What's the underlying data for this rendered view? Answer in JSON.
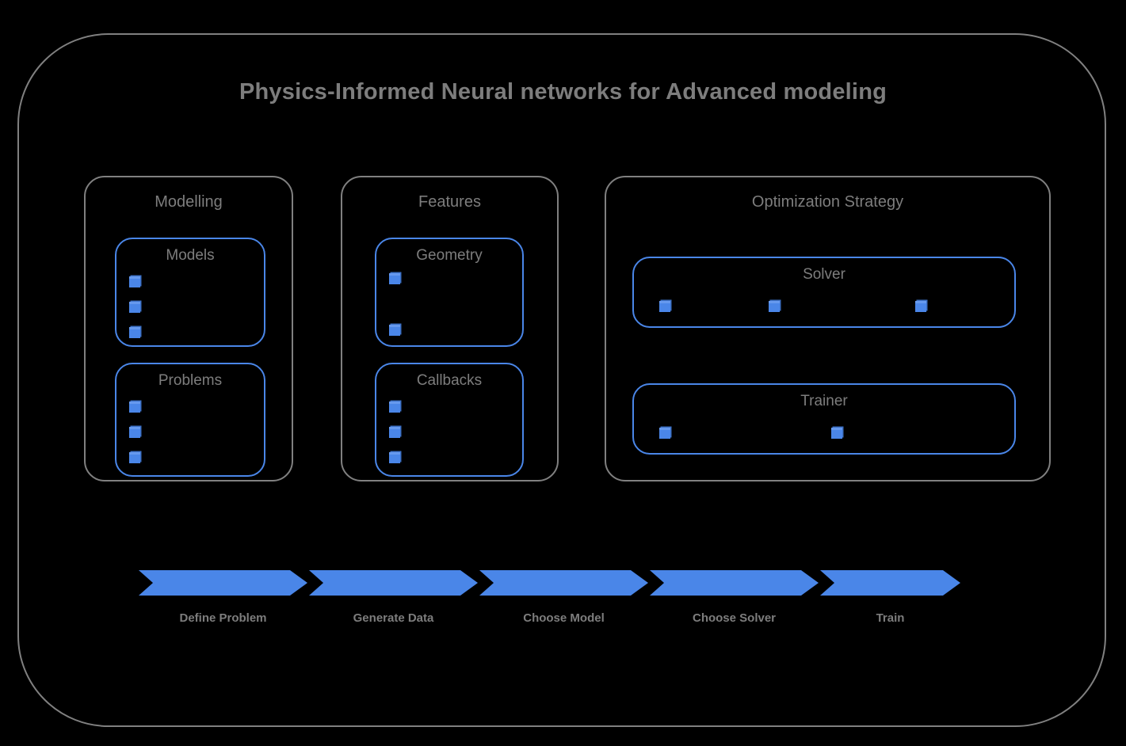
{
  "diagram": {
    "title": "Physics-Informed Neural networks for Advanced modeling",
    "colors": {
      "background": "#000000",
      "frame_border": "#808080",
      "accent_blue": "#4a86e8",
      "text_gray": "#7d7d7d"
    }
  },
  "sections": [
    {
      "title": "Modelling",
      "groups": [
        {
          "title": "Models",
          "bullet_count": 3,
          "bullet_layout": "vertical"
        },
        {
          "title": "Problems",
          "bullet_count": 3,
          "bullet_layout": "vertical"
        }
      ]
    },
    {
      "title": "Features",
      "groups": [
        {
          "title": "Geometry",
          "bullet_count": 2,
          "bullet_layout": "vertical"
        },
        {
          "title": "Callbacks",
          "bullet_count": 3,
          "bullet_layout": "vertical"
        }
      ]
    },
    {
      "title": "Optimization Strategy",
      "groups": [
        {
          "title": "Solver",
          "bullet_count": 3,
          "bullet_layout": "horizontal"
        },
        {
          "title": "Trainer",
          "bullet_count": 2,
          "bullet_layout": "horizontal"
        }
      ]
    }
  ],
  "pipeline": {
    "steps": [
      {
        "label": "Define Problem"
      },
      {
        "label": "Generate Data"
      },
      {
        "label": "Choose Model"
      },
      {
        "label": "Choose Solver"
      },
      {
        "label": "Train"
      }
    ]
  }
}
